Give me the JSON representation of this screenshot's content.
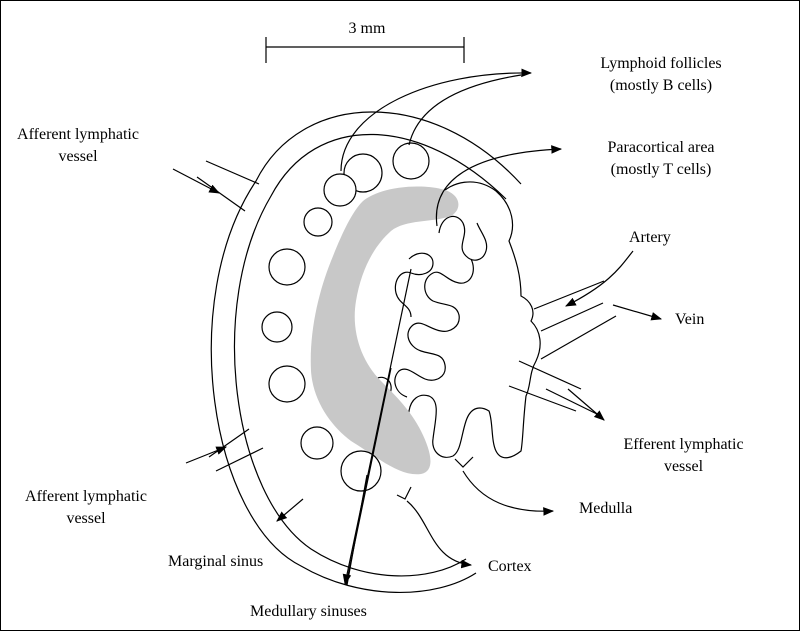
{
  "diagram": {
    "scale_bar": "3 mm",
    "labels": {
      "lymphoid_follicles": [
        "Lymphoid follicles",
        "(mostly B cells)"
      ],
      "paracortical_area": [
        "Paracortical area",
        "(mostly T cells)"
      ],
      "afferent_upper": [
        "Afferent lymphatic",
        "vessel"
      ],
      "afferent_lower": [
        "Afferent lymphatic",
        "vessel"
      ],
      "artery": "Artery",
      "vein": "Vein",
      "efferent": [
        "Efferent lymphatic",
        "vessel"
      ],
      "medulla": "Medulla",
      "cortex": "Cortex",
      "marginal_sinus": "Marginal sinus",
      "medullary_sinuses": "Medullary sinuses"
    },
    "colors": {
      "stroke": "#000000",
      "paracortex_fill": "#c8c8c8",
      "background": "#ffffff"
    }
  }
}
